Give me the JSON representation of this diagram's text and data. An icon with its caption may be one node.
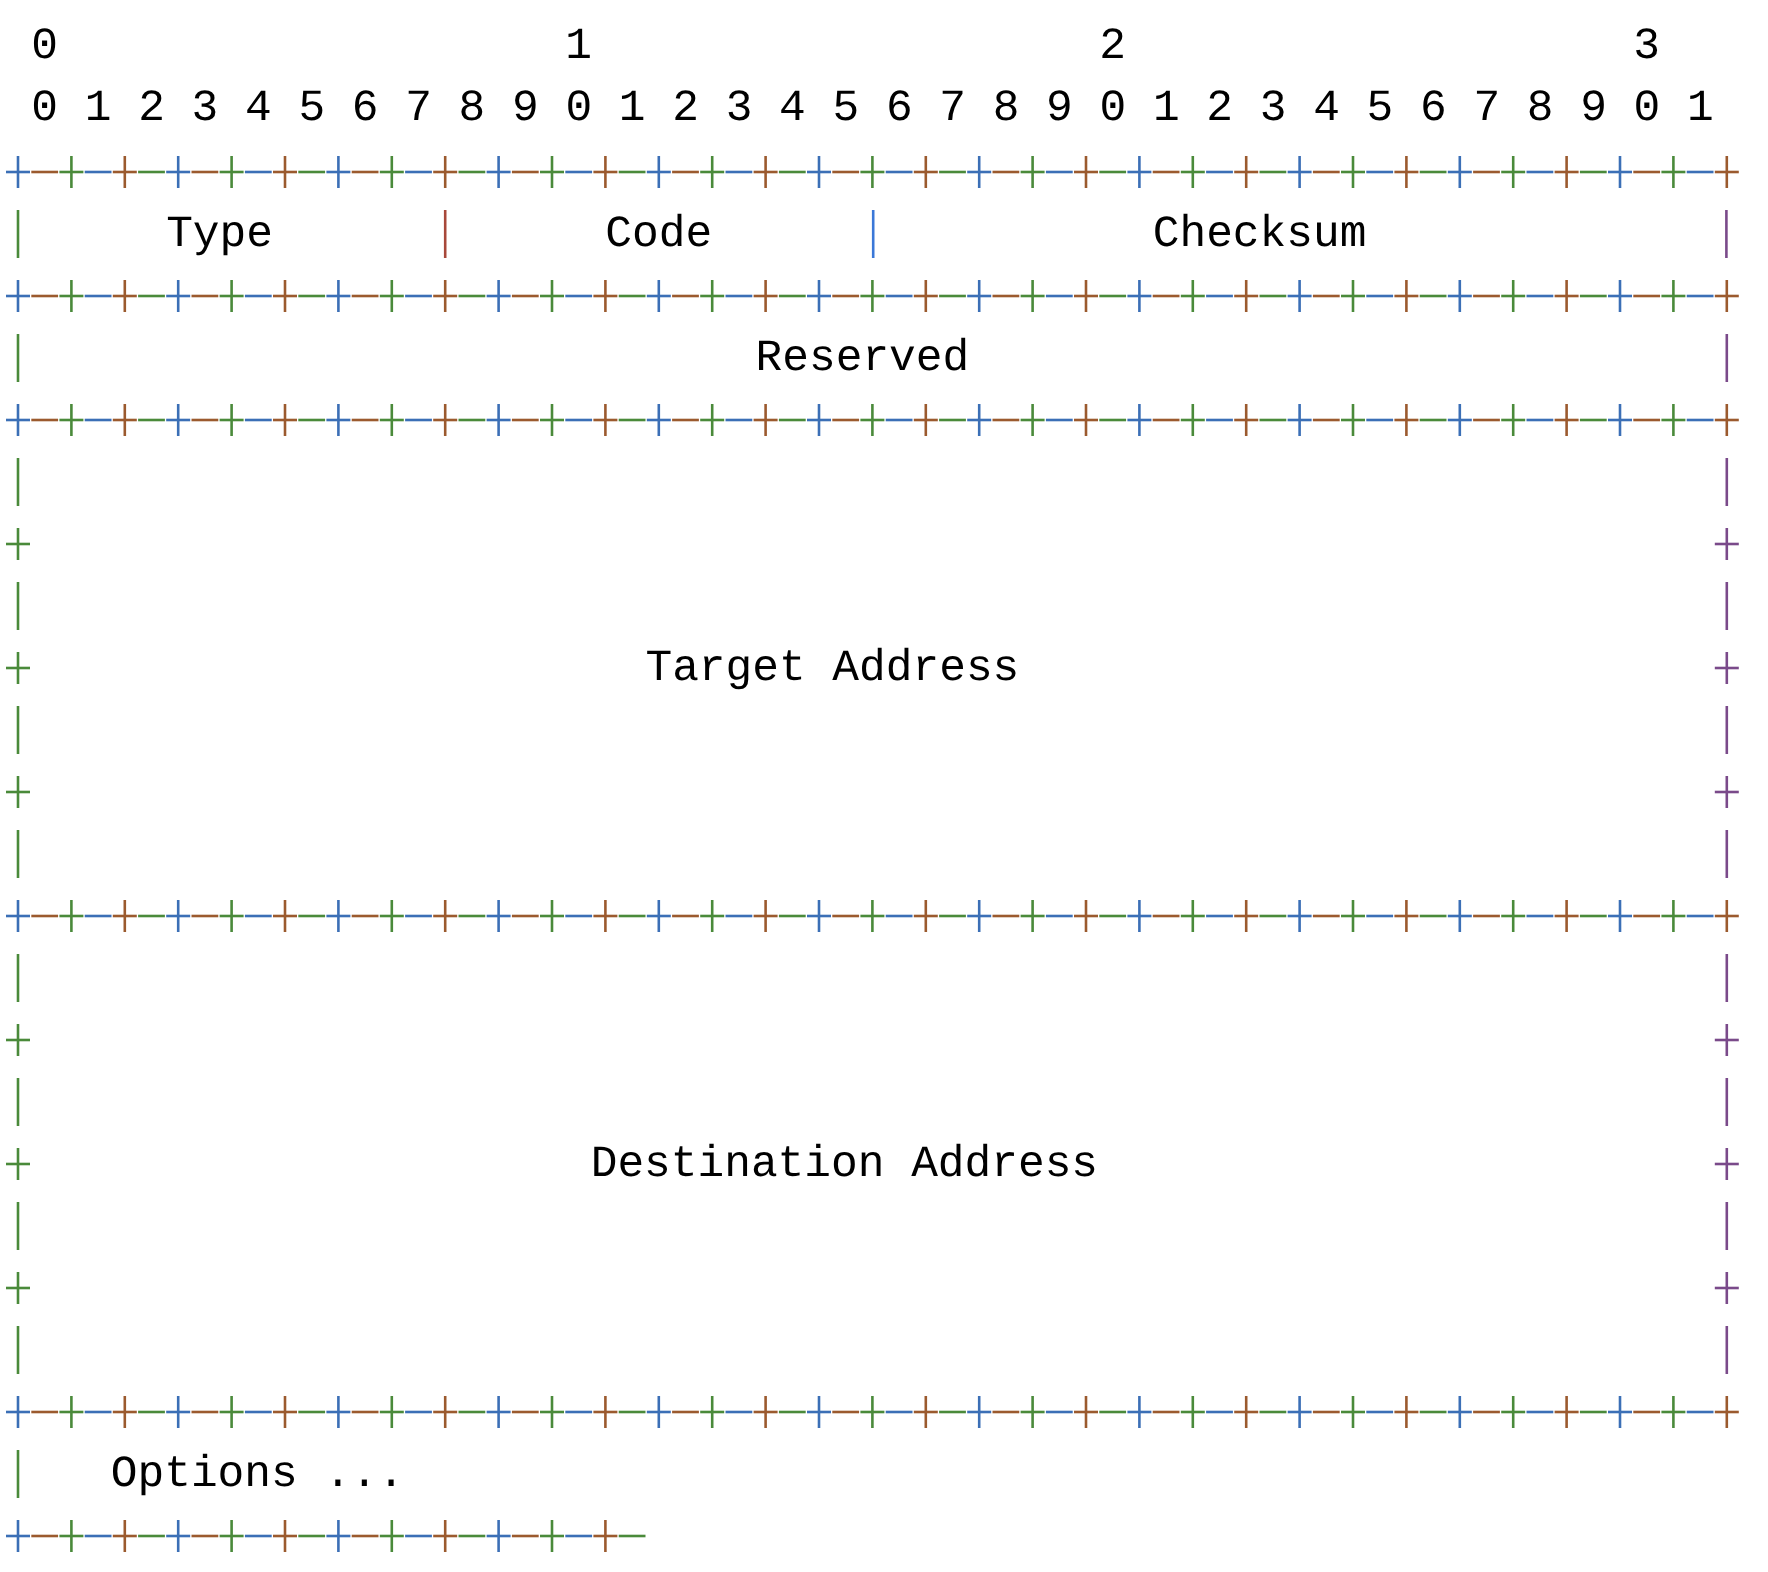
{
  "diagram": {
    "nodes": [
      {
        "text": [
          "Type"
        ]
      },
      {
        "text": [
          "Code"
        ]
      },
      {
        "text": [
          "Checksum"
        ]
      },
      {
        "text": [
          "Reserved"
        ]
      },
      {
        "text": [
          "Target Address"
        ]
      },
      {
        "text": [
          "Destination Address"
        ]
      },
      {
        "text": [
          "Options ..."
        ]
      }
    ],
    "labels": [
      "0",
      "1",
      "2",
      "3",
      "0 1 2 3 4 5 6 7 8 9 0 1 2 3 4 5 6 7 8 9 0 1 2 3 4 5 6 7 8 9 0 1"
    ]
  }
}
